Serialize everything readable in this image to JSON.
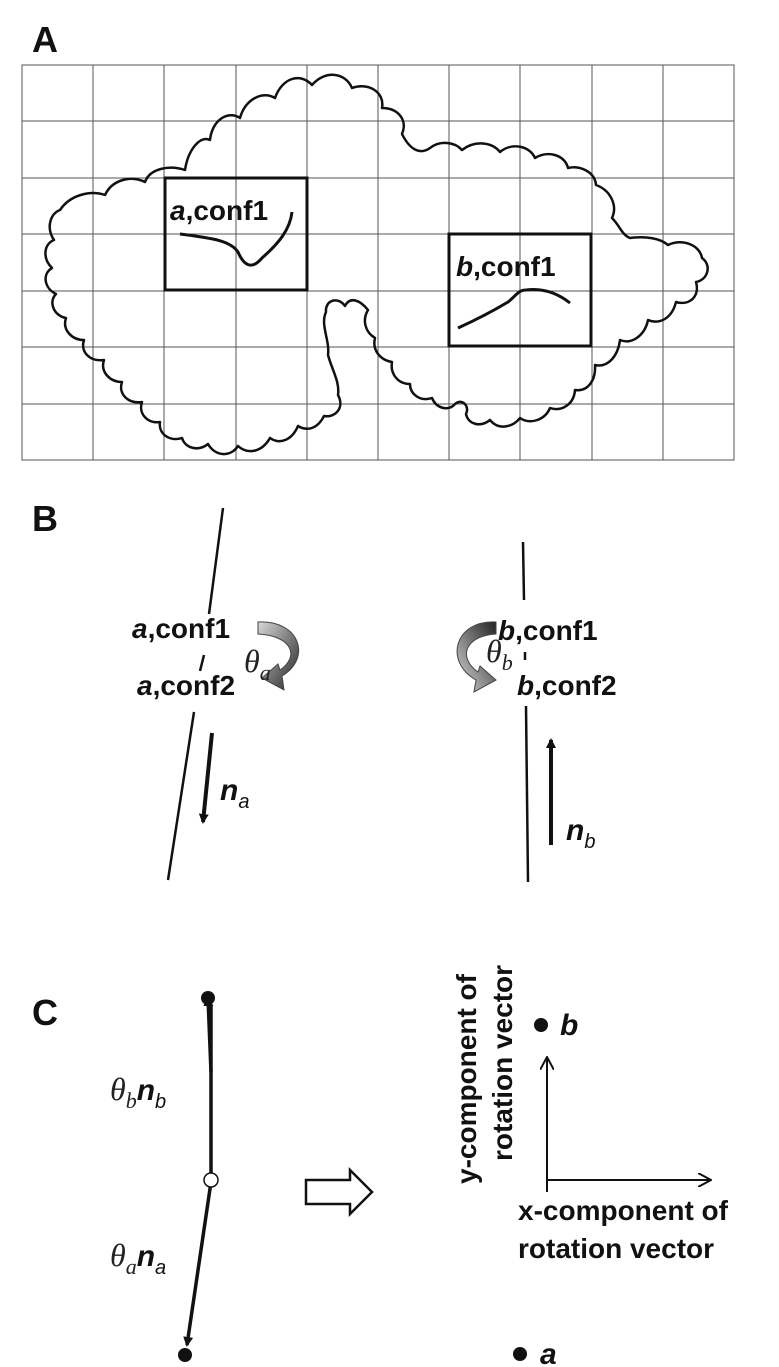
{
  "panels": {
    "a": "A",
    "b": "B",
    "c": "C"
  },
  "panel_a": {
    "box_a": {
      "mol": "a",
      "conf": ",conf1"
    },
    "box_b": {
      "mol": "b",
      "conf": ",conf1"
    }
  },
  "panel_b": {
    "left": {
      "mol_top": "a",
      "conf_top": ",conf1",
      "mol_bottom": "a",
      "conf_bottom": ",conf2",
      "theta": "θ",
      "theta_sub": "a",
      "n": "n",
      "n_sub": "a"
    },
    "right": {
      "mol_top": "b",
      "conf_top": ",conf1",
      "mol_bottom": "b",
      "conf_bottom": ",conf2",
      "theta": "θ",
      "theta_sub": "b",
      "n": "n",
      "n_sub": "b"
    }
  },
  "panel_c": {
    "upper_theta": "θ",
    "upper_theta_sub": "b",
    "upper_n": "n",
    "upper_n_sub": "b",
    "lower_theta": "θ",
    "lower_theta_sub": "a",
    "lower_n": "n",
    "lower_n_sub": "a",
    "y_axis_line1": "y-component of",
    "y_axis_line2": "rotation vector",
    "x_axis_line1": "x-component of",
    "x_axis_line2": "rotation vector",
    "point_b": "b",
    "point_a": "a"
  },
  "colors": {
    "ink": "#111111",
    "grid": "#555555",
    "arrow_light": "#cfcfcf",
    "arrow_dark": "#2a2a2a"
  }
}
